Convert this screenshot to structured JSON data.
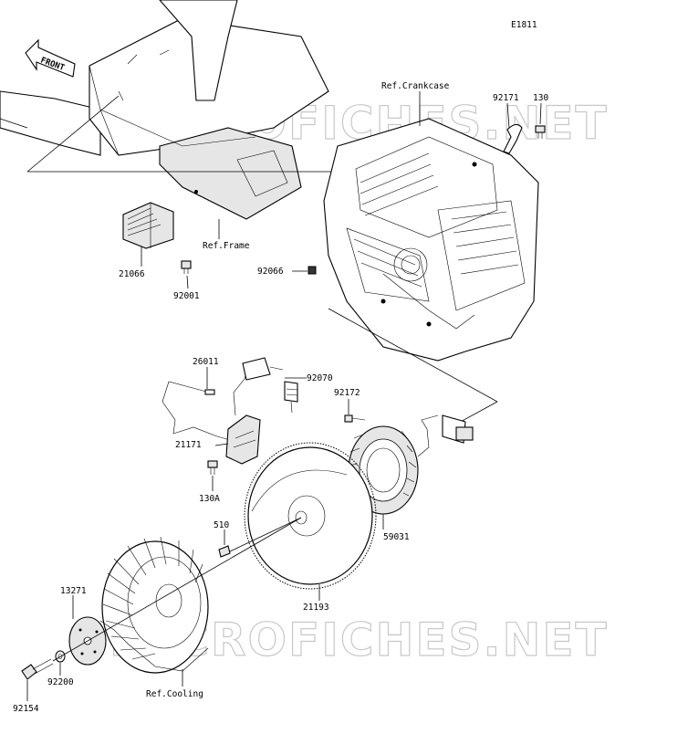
{
  "diagram": {
    "code": "E1811",
    "front_label": "FRONT",
    "watermark": "MICROFICHES.NET",
    "refs": {
      "crankcase": "Ref.Crankcase",
      "frame": "Ref.Frame",
      "cooling": "Ref.Cooling"
    },
    "parts": {
      "p92171": "92171",
      "p130": "130",
      "p21066": "21066",
      "p92001": "92001",
      "p92066": "92066",
      "p26011": "26011",
      "p92070": "92070",
      "p92172": "92172",
      "p21171": "21171",
      "p130A": "130A",
      "p510": "510",
      "p59031": "59031",
      "p13271": "13271",
      "p21193": "21193",
      "p92200": "92200",
      "p92154": "92154"
    }
  }
}
